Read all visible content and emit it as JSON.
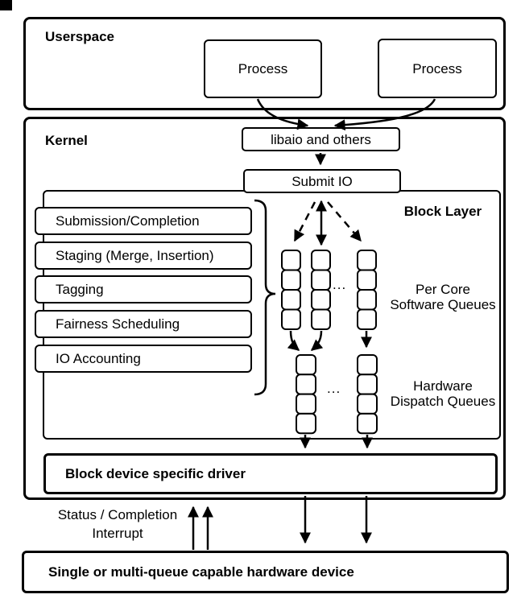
{
  "diagram": {
    "userspace": {
      "label": "Userspace",
      "process_1": "Process",
      "process_2": "Process"
    },
    "kernel": {
      "label": "Kernel",
      "libaio": "libaio and others",
      "submit_io": "Submit IO",
      "block_layer": {
        "label": "Block Layer",
        "features": [
          "Submission/Completion",
          "Staging (Merge, Insertion)",
          "Tagging",
          "Fairness Scheduling",
          "IO Accounting"
        ],
        "software_queues_label_line1": "Per Core",
        "software_queues_label_line2": "Software Queues",
        "hardware_queues_label_line1": "Hardware",
        "hardware_queues_label_line2": "Dispatch Queues",
        "software_queues_ellipsis": "...",
        "hardware_queues_ellipsis": "...",
        "software_queue_columns": 3,
        "hardware_queue_columns": 2,
        "cells_per_column": 4
      },
      "driver": "Block device specific driver"
    },
    "interrupt_label_line1": "Status / Completion",
    "interrupt_label_line2": "Interrupt",
    "device": "Single or multi-queue capable hardware device"
  },
  "colors": {
    "stroke": "#000000",
    "background": "#ffffff"
  }
}
